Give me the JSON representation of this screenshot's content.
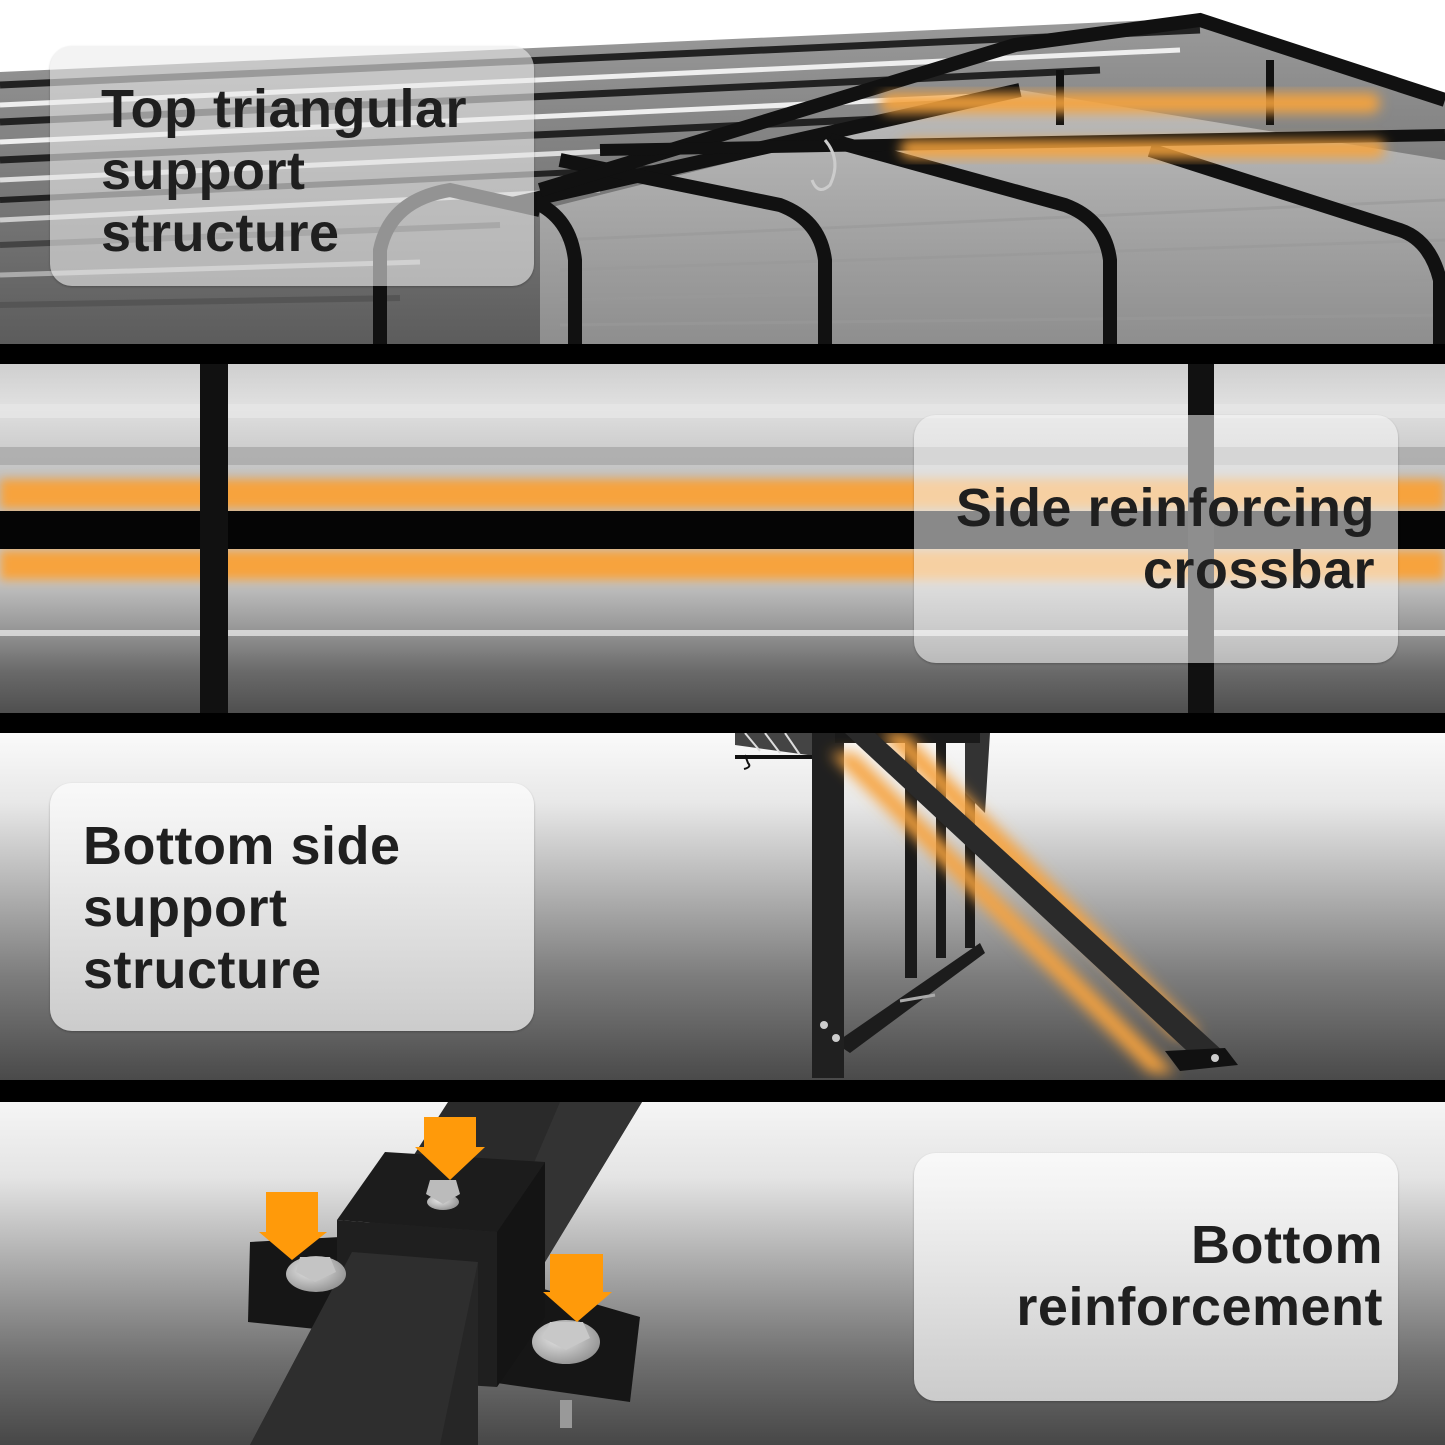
{
  "panels": [
    {
      "label": "Top triangular\nsupport\nstructure",
      "subject": "carport roof frame with highlighted ridge bars"
    },
    {
      "label": "Side reinforcing\ncrossbar",
      "subject": "side wall with highlighted horizontal crossbar"
    },
    {
      "label": "Bottom side\nsupport\nstructure",
      "subject": "end frame with highlighted diagonal brace"
    },
    {
      "label": "Bottom\nreinforcement",
      "subject": "base bracket with bolts and arrows"
    }
  ],
  "colors": {
    "highlight_orange": "#f7a33c",
    "arrow_orange": "#ff9a0a",
    "frame_black": "#111111",
    "text": "#1f1f1f"
  }
}
